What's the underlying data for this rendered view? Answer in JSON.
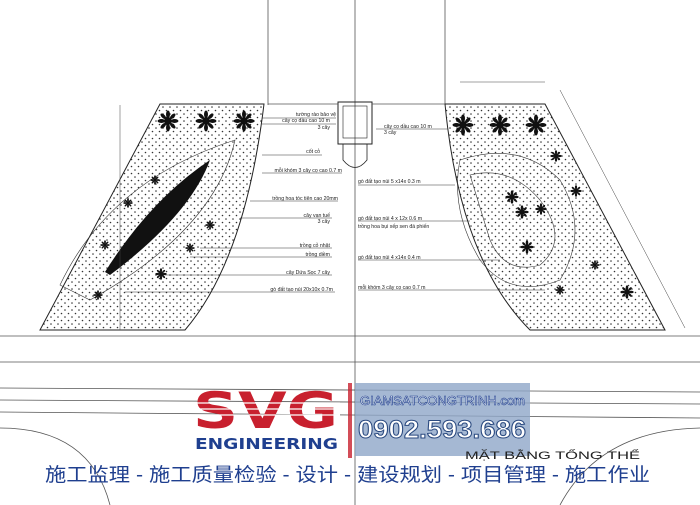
{
  "drawing": {
    "left_labels": [
      "tường rào bảo vệ",
      "cây cọ dầu cao 10 m",
      "3 cây",
      "cốt cỏ",
      "mỗi khóm 3 cây cọ cao 0.7 m",
      "trồng hoa tóc tiên cao 20mm",
      "cây  vạn tuế",
      "3 cây",
      "trồng cỏ nhật",
      "trồng diềm",
      "cây  Dứa Sọc 7 cây",
      "gò đất tạo núi 20x10x 0.7m"
    ],
    "right_labels": [
      "cây cọ dầu cao 10 m",
      "3 cây",
      "gò đất tạo núi 5 x14x 0.3 m",
      "gò đất tạo núi 4 x 12x 0.6 m",
      "trồng hoa bụi xếp sen đá phiến",
      "gò đất tạo núi 4 x14x 0.4 m",
      "mỗi khóm 3 cây cọ cao 0.7 m"
    ],
    "title": "MẶT BẰNG TỔNG THỂ"
  },
  "watermark": {
    "logo_text": "SVG",
    "engineering": "ENGINEERING",
    "website": "GIAMSATCONGTRINH.com",
    "phone": "0902.593.686",
    "services": "施工监理 - 施工质量检验 - 设计 - 建设规划 - 项目管理 - 施工作业",
    "colors": {
      "red": "#c8202e",
      "blue": "#1f3f8f",
      "panel": "#8ea6c8"
    }
  }
}
